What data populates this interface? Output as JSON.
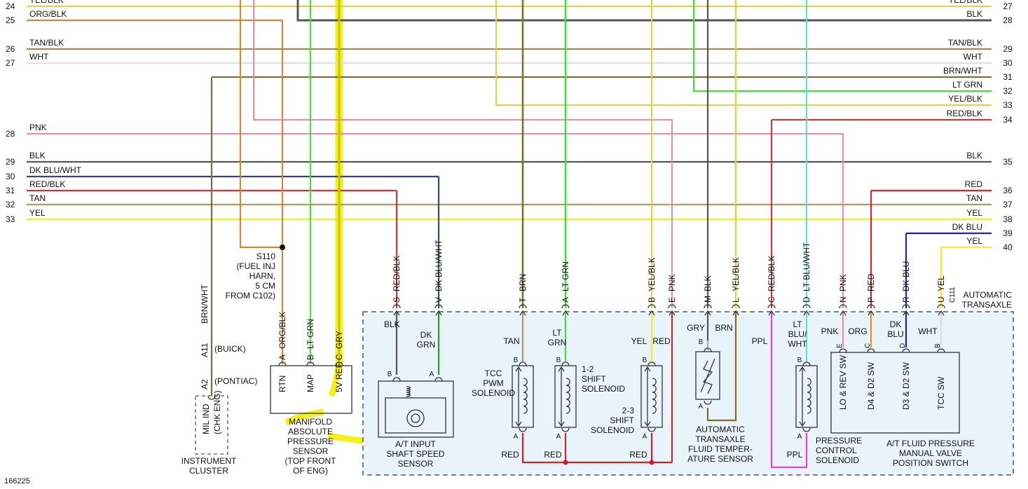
{
  "figure_id": "166225",
  "colors": {
    "YEL/BLK": "#dcd450",
    "ORG/BLK": "#c98a3c",
    "TAN/BLK": "#a08a55",
    "WHT": "#dddddd",
    "BRN/WHT": "#7e6a40",
    "PNK": "#e98fa6",
    "BLK": "#555555",
    "DK BLU/WHT": "#2e4a7c",
    "RED/BLK": "#c83a3a",
    "TAN": "#b09a60",
    "YEL": "#f4ea38",
    "LT GRN": "#44dd44",
    "BRN": "#8a6a28",
    "RED": "#cc2a2a",
    "DK BLU": "#1a2a8a",
    "PPL": "#e040e0",
    "LT BLU/WHT": "#66dddd",
    "ORG": "#ef8a20",
    "DK GRN": "#2a9a2a",
    "GRY": "#aaaaaa",
    "highlight": "#f4ef20",
    "box_fill": "#e8f4fa"
  },
  "left_wires": [
    {
      "num": "24",
      "label": "YEL/BLK"
    },
    {
      "num": "25",
      "label": "ORG/BLK"
    },
    {
      "num": "26",
      "label": "TAN/BLK"
    },
    {
      "num": "27",
      "label": "WHT"
    },
    {
      "num": "28",
      "label": "PNK"
    },
    {
      "num": "29",
      "label": "BLK"
    },
    {
      "num": "30",
      "label": "DK BLU/WHT"
    },
    {
      "num": "31",
      "label": "RED/BLK"
    },
    {
      "num": "32",
      "label": "TAN"
    },
    {
      "num": "33",
      "label": "YEL"
    }
  ],
  "right_wires": [
    {
      "num": "27",
      "label": "YEL/BLK"
    },
    {
      "num": "28",
      "label": "BLK"
    },
    {
      "num": "29",
      "label": "TAN/BLK"
    },
    {
      "num": "30",
      "label": "WHT"
    },
    {
      "num": "31",
      "label": "BRN/WHT"
    },
    {
      "num": "32",
      "label": "LT GRN"
    },
    {
      "num": "33",
      "label": "YEL/BLK"
    },
    {
      "num": "34",
      "label": "RED/BLK"
    },
    {
      "num": "35",
      "label": "BLK"
    },
    {
      "num": "36",
      "label": "RED"
    },
    {
      "num": "37",
      "label": "TAN"
    },
    {
      "num": "38",
      "label": "YEL"
    },
    {
      "num": "39",
      "label": "DK BLU"
    },
    {
      "num": "40",
      "label": "YEL"
    }
  ],
  "splice": {
    "name": "S110",
    "desc": [
      "(FUEL INJ",
      "HARN,",
      "5 CM",
      "FROM C102)"
    ]
  },
  "mil": {
    "wire": "BRN/WHT",
    "pin_buick": "A11",
    "buick": "(BUICK)",
    "pin_pontiac": "A2",
    "pontiac": "(PONTIAC)",
    "box_lines": [
      "MIL IND",
      "(CHK ENG)"
    ],
    "caption": [
      "INSTRUMENT",
      "CLUSTER"
    ]
  },
  "map": {
    "pins": [
      {
        "letter": "A",
        "wire": "ORG/BLK",
        "term": "RTN"
      },
      {
        "letter": "B",
        "wire": "LT GRN",
        "term": "MAP"
      },
      {
        "letter": "C",
        "wire": "GRY",
        "term": "5V REF"
      }
    ],
    "caption": [
      "MANIFOLD",
      "ABSOLUTE",
      "PRESSURE",
      "SENSOR",
      "(TOP FRONT",
      "OF ENG)"
    ]
  },
  "connector": {
    "name": "C111",
    "label": [
      "AUTOMATIC",
      "TRANSAXLE"
    ]
  },
  "top_pins": [
    {
      "letter": "S",
      "wire": "RED/BLK"
    },
    {
      "letter": "V",
      "wire": "DK BLU/WHT"
    },
    {
      "letter": "T",
      "wire": "BRN"
    },
    {
      "letter": "A",
      "wire": "LT GRN"
    },
    {
      "letter": "B",
      "wire": "YEL/BLK"
    },
    {
      "letter": "E",
      "wire": "PNK"
    },
    {
      "letter": "M",
      "wire": "BLK"
    },
    {
      "letter": "L",
      "wire": "YEL/BLK"
    },
    {
      "letter": "C",
      "wire": "RED/BLK"
    },
    {
      "letter": "D",
      "wire": "LT BLU/WHT"
    },
    {
      "letter": "N",
      "wire": "PNK"
    },
    {
      "letter": "P",
      "wire": "RED"
    },
    {
      "letter": "R",
      "wire": "DK BLU"
    },
    {
      "letter": "U",
      "wire": "YEL"
    }
  ],
  "components": {
    "issa": {
      "wire_b": "BLK",
      "wire_a": [
        "DK",
        "GRN"
      ],
      "pin_b": "B",
      "pin_a": "A",
      "caption": [
        "A/T INPUT",
        "SHAFT SPEED",
        "SENSOR"
      ]
    },
    "tcc": {
      "wire": "TAN",
      "name": [
        "TCC",
        "PWM",
        "SOLENOID"
      ],
      "pin_b": "B",
      "pin_a": "A",
      "bottom": "RED"
    },
    "s12": {
      "wire": [
        "LT",
        "GRN"
      ],
      "name": [
        "1-2",
        "SHIFT",
        "SOLENOID"
      ],
      "pin_b": "B",
      "pin_a": "A",
      "bottom": "RED"
    },
    "s23": {
      "wire_yel": "YEL",
      "wire_red": "RED",
      "name": [
        "2-3",
        "SHIFT",
        "SOLENOID"
      ],
      "pin_b": "B",
      "pin_a": "A",
      "bottom": "RED"
    },
    "tft": {
      "wire_gry": "GRY",
      "wire_brn": "BRN",
      "pin_b": "B",
      "pin_a": "A",
      "caption": [
        "AUTOMATIC",
        "TRANSAXLE",
        "FLUID TEMPER-",
        "ATURE SENSOR"
      ]
    },
    "ppl_top": "PPL",
    "ppl_bottom": "PPL",
    "pcs": {
      "wire": [
        "LT",
        "BLU/",
        "WHT"
      ],
      "pin_b": "B",
      "pin_a": "A",
      "caption": [
        "PRESSURE",
        "CONTROL",
        "SOLENOID"
      ]
    },
    "sw": {
      "wires": [
        {
          "lines": [
            "PNK"
          ],
          "pin": "E",
          "sw": "LO & REV SW"
        },
        {
          "lines": [
            "ORG"
          ],
          "pin": "C",
          "sw": "D4 & D2 SW"
        },
        {
          "lines": [
            "DK",
            "BLU"
          ],
          "pin": "D",
          "sw": "D3 & D2 SW"
        },
        {
          "lines": [
            "WHT"
          ],
          "pin": "B",
          "sw": "TCC SW"
        }
      ],
      "caption": [
        "A/T FLUID PRESSURE",
        "MANUAL VALVE",
        "POSITION SWITCH"
      ]
    }
  }
}
